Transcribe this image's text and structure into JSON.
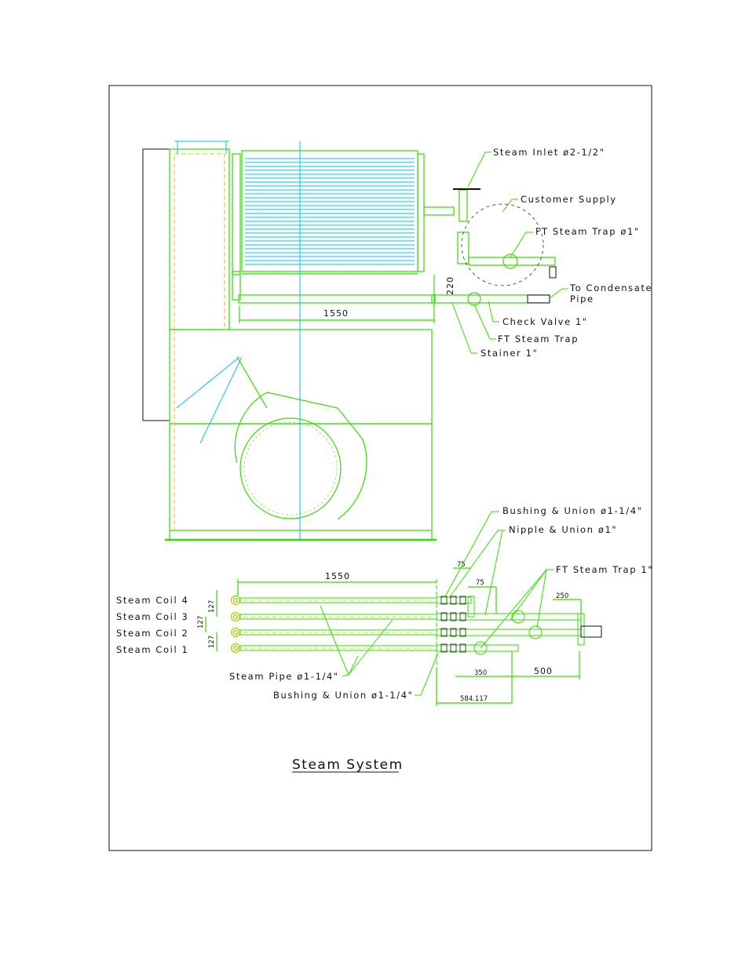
{
  "colors": {
    "frame": "#111111",
    "drawing_green": "#33dd00",
    "coil_fins": "#00c8e0",
    "hidden_yellow": "#d8c800",
    "text": "#111111"
  },
  "top_view": {
    "labels": {
      "steam_inlet": "Steam Inlet ø2-1/2\"",
      "customer_supply": "Customer Supply",
      "ft_steam_trap_1": "FT Steam Trap ø1\"",
      "to_condensate_line1": "To Condensate",
      "to_condensate_line2": "Pipe",
      "check_valve": "Check Valve 1\"",
      "ft_steam_trap": "FT Steam Trap",
      "stainer": "Stainer 1\""
    },
    "dims": {
      "length": "1550",
      "height": "220"
    }
  },
  "bottom_view": {
    "coils": [
      "Steam Coil 4",
      "Steam Coil 3",
      "Steam Coil 2",
      "Steam Coil 1"
    ],
    "labels": {
      "bushing_union_top": "Bushing & Union ø1-1/4\"",
      "nipple_union": "Nipple & Union ø1\"",
      "ft_steam_trap": "FT Steam Trap 1\"",
      "steam_pipe": "Steam Pipe ø1-1/4\"",
      "bushing_union_bottom": "Bushing & Union ø1-1/4\""
    },
    "dims": {
      "length": "1550",
      "d75a": "75",
      "d75b": "75",
      "d250": "250",
      "d127a": "127",
      "d127b": "127",
      "d127c": "127",
      "d350": "350",
      "d500": "500",
      "d584": "584.117"
    }
  },
  "title": "Steam System"
}
